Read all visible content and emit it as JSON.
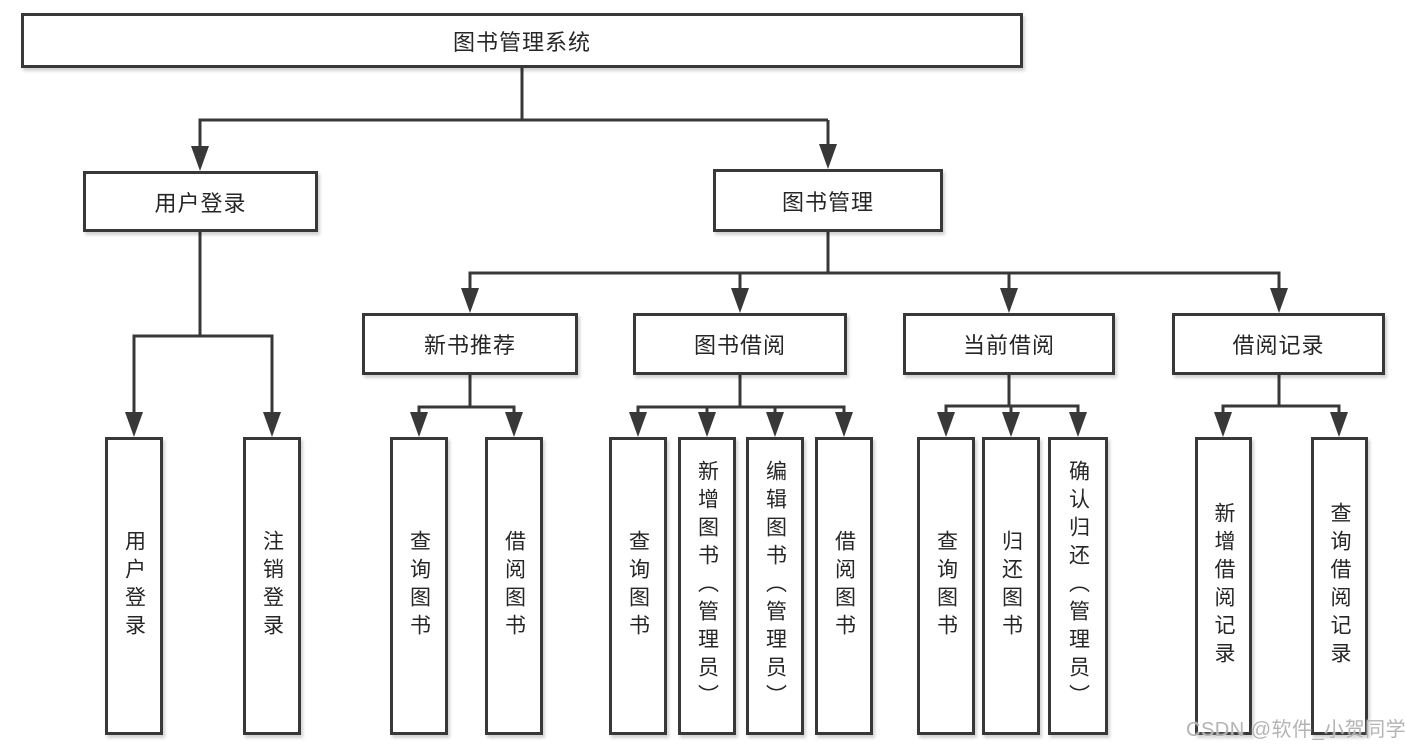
{
  "tree": {
    "root": "图书管理系统",
    "branches": [
      {
        "label": "用户登录",
        "children": [
          "用户登录",
          "注销登录"
        ]
      },
      {
        "label": "图书管理",
        "children": [
          {
            "label": "新书推荐",
            "children": [
              "查询图书",
              "借阅图书"
            ]
          },
          {
            "label": "图书借阅",
            "children": [
              "查询图书",
              "新增图书（管理员）",
              "编辑图书（管理员）",
              "借阅图书"
            ]
          },
          {
            "label": "当前借阅",
            "children": [
              "查询图书",
              "归还图书",
              "确认归还（管理员）"
            ]
          },
          {
            "label": "借阅记录",
            "children": [
              "新增借阅记录",
              "查询借阅记录"
            ]
          }
        ]
      }
    ]
  },
  "watermark": {
    "text": "CSDN @软件_小贺同学"
  },
  "colors": {
    "line": "#383838",
    "box_border": "#383838",
    "box_fill": "#ffffff",
    "text": "#262626",
    "watermark": "#b4b4b4",
    "background": "#ffffff"
  }
}
